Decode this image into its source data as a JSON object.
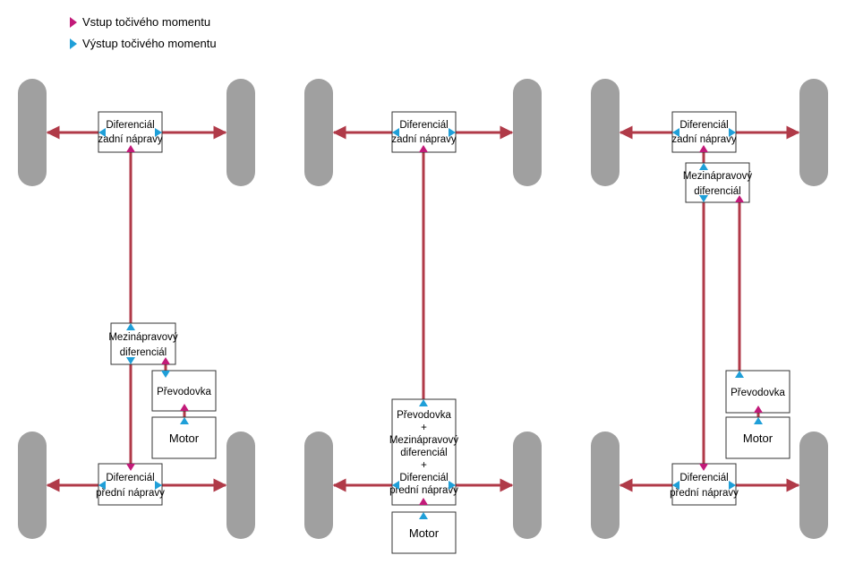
{
  "legend": {
    "input_label": "Vstup točivého momentu",
    "output_label": "Výstup točivého momentu"
  },
  "colors": {
    "shaft": "#b03a48",
    "input_marker": "#c21a79",
    "output_marker": "#1f9fd8",
    "wheel": "#a0a0a0"
  },
  "diagrams": [
    {
      "rear_diff": [
        "Diferenciál",
        "zadní nápravy"
      ],
      "center_diff": [
        "Mezinápravový",
        "diferenciál"
      ],
      "gearbox": "Převodovka",
      "motor": "Motor",
      "front_diff": [
        "Diferenciál",
        "přední nápravy"
      ]
    },
    {
      "rear_diff": [
        "Diferenciál",
        "zadní nápravy"
      ],
      "combined_unit": [
        "Převodovka",
        "+",
        "Mezinápravový",
        "diferenciál",
        "+",
        "Diferenciál",
        "přední nápravy"
      ],
      "motor": "Motor"
    },
    {
      "rear_diff": [
        "Diferenciál",
        "zadní nápravy"
      ],
      "center_diff": [
        "Mezinápravový",
        "diferenciál"
      ],
      "gearbox": "Převodovka",
      "motor": "Motor",
      "front_diff": [
        "Diferenciál",
        "přední nápravy"
      ]
    }
  ]
}
